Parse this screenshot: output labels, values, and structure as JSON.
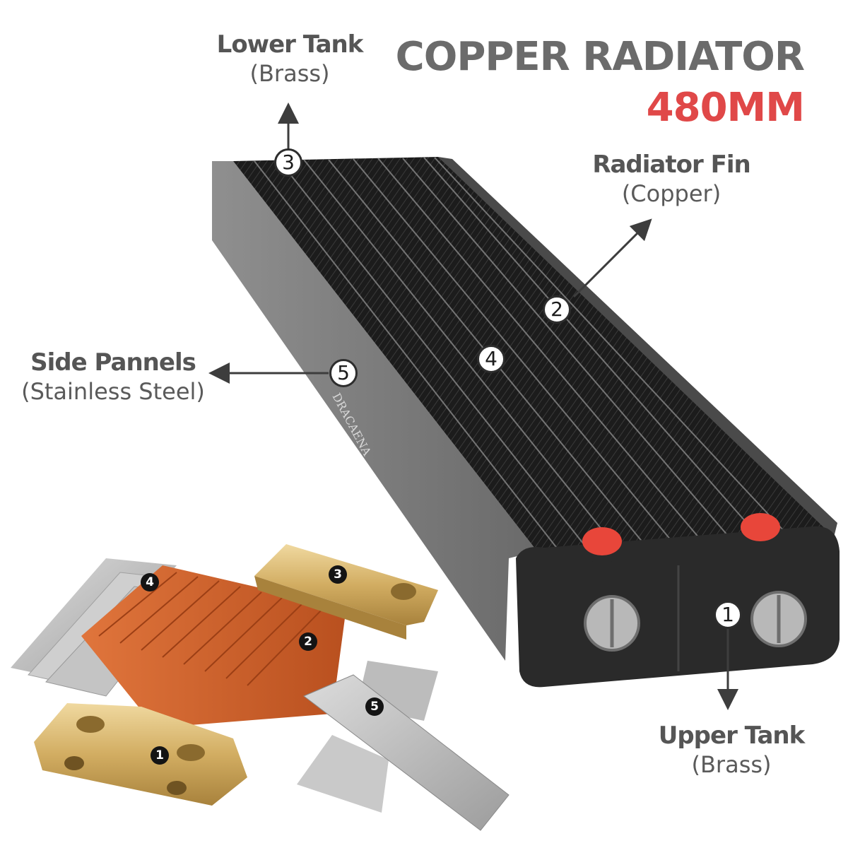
{
  "heading": {
    "line1": "COPPER RADIATOR",
    "line2": "480MM",
    "line1_color": "#6b6b6b",
    "line2_color": "#e04848"
  },
  "callouts": [
    {
      "number": "1",
      "name": "Upper Tank",
      "material": "(Brass)",
      "arrow": "down"
    },
    {
      "number": "2",
      "name": "Radiator Fin",
      "material": "(Copper)",
      "arrow": "up-right"
    },
    {
      "number": "3",
      "name": "Lower Tank",
      "material": "(Brass)",
      "arrow": "up"
    },
    {
      "number": "4",
      "name": "",
      "material": "",
      "arrow": "none"
    },
    {
      "number": "5",
      "name": "Side Pannels",
      "material": "(Stainless Steel)",
      "arrow": "left"
    }
  ],
  "parts": [
    {
      "number": "1",
      "part": "brass-tank-with-ports"
    },
    {
      "number": "2",
      "part": "copper-fins"
    },
    {
      "number": "3",
      "part": "brass-tank-single-port"
    },
    {
      "number": "4",
      "part": "steel-tubes"
    },
    {
      "number": "5",
      "part": "steel-side-panels"
    }
  ],
  "brand_logo_text": "DRACAENA",
  "colors": {
    "copper": "#d9652f",
    "brass": "#d4b06a",
    "steel": "#bdbdbd",
    "radiator_body": "#2a2a2a",
    "port_plug": "#e8463a"
  }
}
